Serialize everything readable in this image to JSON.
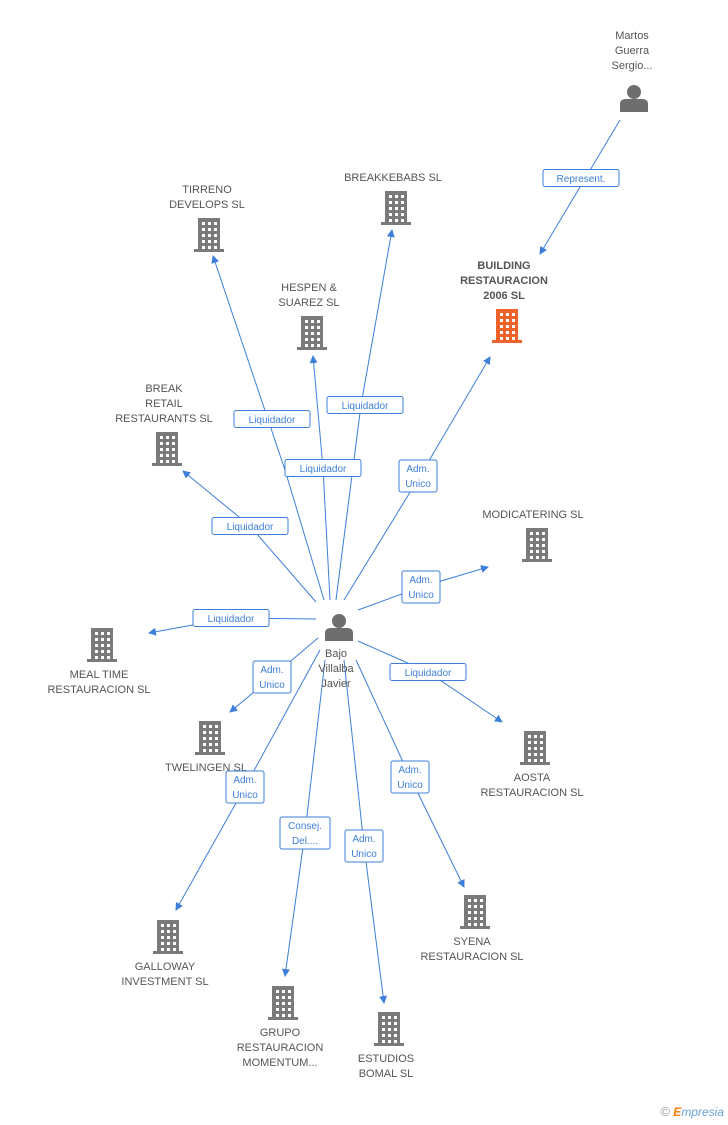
{
  "colors": {
    "edge": "#3d7fd9",
    "company": "#7a7a7a",
    "focus_company": "#f0622c",
    "person": "#6e6e6e",
    "label": "#555555"
  },
  "nodes": [
    {
      "id": "martos",
      "kind": "person",
      "lines": [
        "Martos",
        "Guerra",
        "Sergio..."
      ]
    },
    {
      "id": "building",
      "kind": "company",
      "focus": true,
      "lines": [
        "BUILDING",
        "RESTAURACION",
        "2006 SL"
      ]
    },
    {
      "id": "breakkebabs",
      "kind": "company",
      "lines": [
        "BREAKKEBABS SL"
      ]
    },
    {
      "id": "tirreno",
      "kind": "company",
      "lines": [
        "TIRRENO",
        "DEVELOPS SL"
      ]
    },
    {
      "id": "hespen",
      "kind": "company",
      "lines": [
        "HESPEN &",
        "SUAREZ SL"
      ]
    },
    {
      "id": "break",
      "kind": "company",
      "lines": [
        "BREAK",
        "RETAIL",
        "RESTAURANTS SL"
      ]
    },
    {
      "id": "modicatering",
      "kind": "company",
      "lines": [
        "MODICATERING SL"
      ]
    },
    {
      "id": "bajo",
      "kind": "person",
      "lines": [
        "Bajo",
        "Villalba",
        "Javier"
      ]
    },
    {
      "id": "mealtime",
      "kind": "company",
      "lines": [
        "MEAL TIME",
        "RESTAURACION SL"
      ]
    },
    {
      "id": "twelingen",
      "kind": "company",
      "lines": [
        "TWELINGEN SL"
      ]
    },
    {
      "id": "aosta",
      "kind": "company",
      "lines": [
        "AOSTA",
        "RESTAURACION SL"
      ]
    },
    {
      "id": "galloway",
      "kind": "company",
      "lines": [
        "GALLOWAY",
        "INVESTMENT SL"
      ]
    },
    {
      "id": "syena",
      "kind": "company",
      "lines": [
        "SYENA",
        "RESTAURACION SL"
      ]
    },
    {
      "id": "grupo",
      "kind": "company",
      "lines": [
        "GRUPO",
        "RESTAURACION",
        "MOMENTUM..."
      ]
    },
    {
      "id": "estudios",
      "kind": "company",
      "lines": [
        "ESTUDIOS",
        "BOMAL SL"
      ]
    }
  ],
  "edges": [
    {
      "from": "martos",
      "to": "building",
      "label": [
        "Represent."
      ]
    },
    {
      "from": "bajo",
      "to": "tirreno",
      "label": [
        "Liquidador"
      ]
    },
    {
      "from": "bajo",
      "to": "breakkebabs",
      "label": [
        "Liquidador"
      ]
    },
    {
      "from": "bajo",
      "to": "hespen",
      "label": [
        "Liquidador"
      ]
    },
    {
      "from": "bajo",
      "to": "building",
      "label": [
        "Adm.",
        "Unico"
      ]
    },
    {
      "from": "bajo",
      "to": "break",
      "label": [
        "Liquidador"
      ]
    },
    {
      "from": "bajo",
      "to": "modicatering",
      "label": [
        "Adm.",
        "Unico"
      ]
    },
    {
      "from": "bajo",
      "to": "mealtime",
      "label": [
        "Liquidador"
      ]
    },
    {
      "from": "bajo",
      "to": "twelingen",
      "label": [
        "Adm.",
        "Unico"
      ]
    },
    {
      "from": "bajo",
      "to": "aosta",
      "label": [
        "Liquidador"
      ]
    },
    {
      "from": "bajo",
      "to": "galloway",
      "label": [
        "Adm.",
        "Unico"
      ]
    },
    {
      "from": "bajo",
      "to": "syena",
      "label": [
        "Adm.",
        "Unico"
      ]
    },
    {
      "from": "bajo",
      "to": "grupo",
      "label": [
        "Consej.",
        "Del...."
      ]
    },
    {
      "from": "bajo",
      "to": "estudios",
      "label": [
        "Adm.",
        "Unico"
      ]
    }
  ],
  "brand": {
    "symbol": "©",
    "initial": "E",
    "rest": "mpresia"
  }
}
